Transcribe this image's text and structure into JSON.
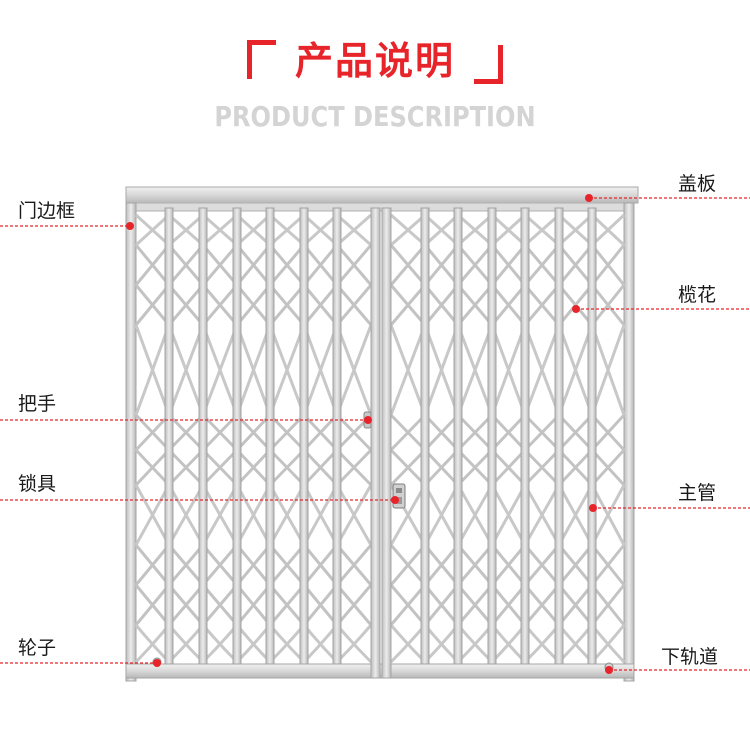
{
  "header": {
    "title": "产品说明",
    "subtitle": "PRODUCT DESCRIPTION"
  },
  "callouts": {
    "door_frame": "门边框",
    "handle": "把手",
    "lock": "锁具",
    "wheel": "轮子",
    "cover_plate": "盖板",
    "lattice": "榄花",
    "main_tube": "主管",
    "bottom_track": "下轨道"
  },
  "colors": {
    "accent": "#e8242b",
    "leader": "#e8242b",
    "metal": "#d9d9d9",
    "metal_edge": "#9f9f9f"
  }
}
